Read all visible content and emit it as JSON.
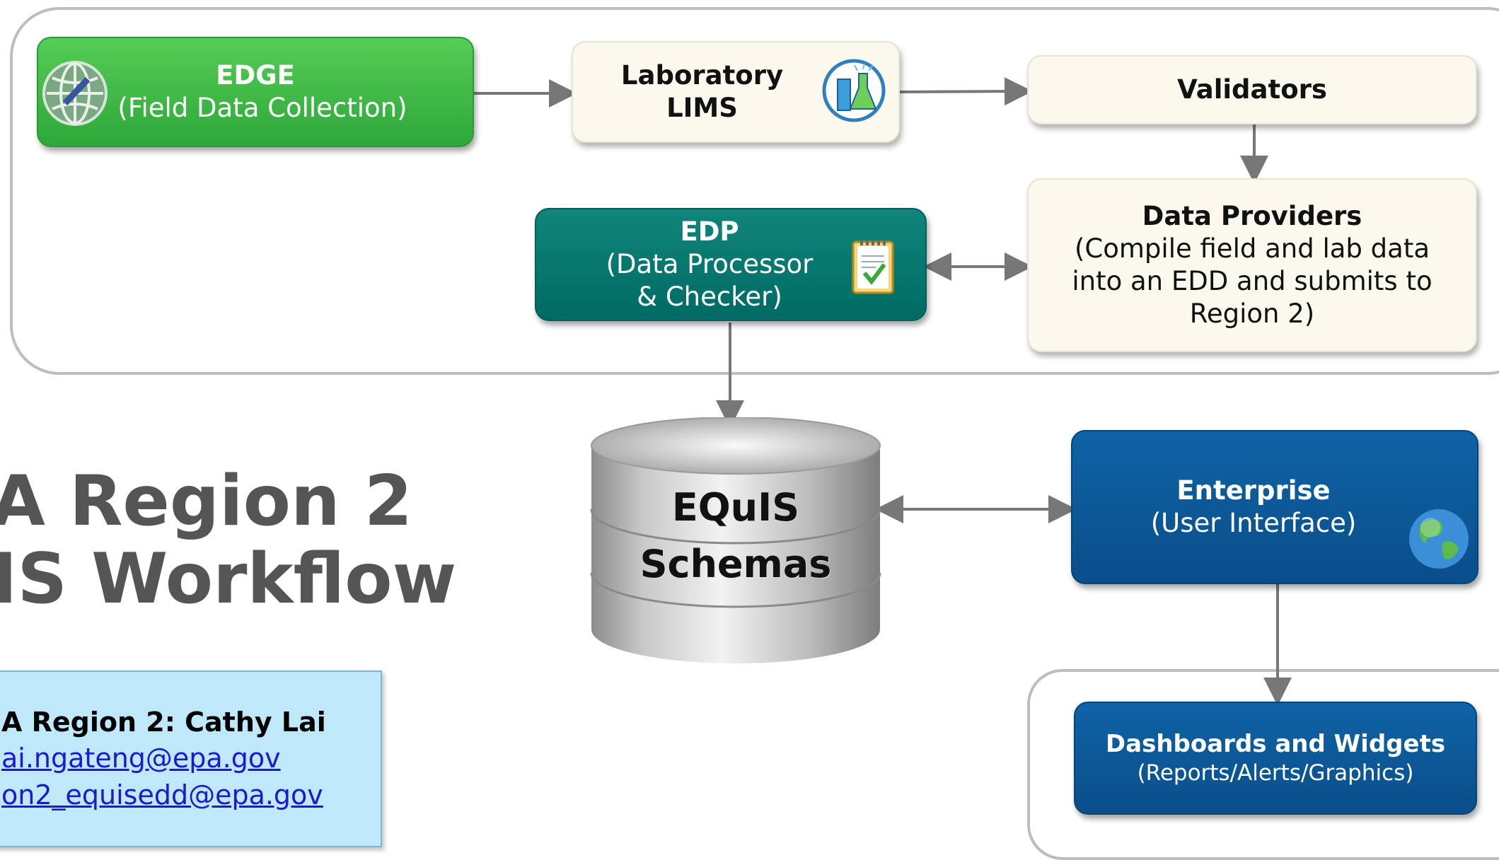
{
  "title": {
    "line1": "A Region 2",
    "line2": "IS Workflow"
  },
  "nodes": {
    "edge": {
      "name": "EDGE",
      "desc": "(Field Data Collection)"
    },
    "lims": {
      "line1": "Laboratory",
      "line2": "LIMS"
    },
    "validators": {
      "name": "Validators"
    },
    "edp": {
      "name": "EDP",
      "desc1": "(Data Processor",
      "desc2": "& Checker)"
    },
    "providers": {
      "name": "Data Providers",
      "desc1": "(Compile field and lab data",
      "desc2": "into an EDD and submits to",
      "desc3": "Region 2)"
    },
    "equis": {
      "line1": "EQuIS",
      "line2": "Schemas"
    },
    "enterprise": {
      "name": "Enterprise",
      "desc": "(User Interface)"
    },
    "dashboards": {
      "name": "Dashboards and Widgets",
      "desc": "(Reports/Alerts/Graphics)"
    }
  },
  "contact": {
    "who": "A Region 2: Cathy Lai",
    "email1": "ai.ngateng@epa.gov",
    "email2": "on2_equisedd@epa.gov"
  },
  "colors": {
    "green": "#3cb84a",
    "teal": "#087a71",
    "blue": "#0b5796",
    "cream": "#fbf9ee",
    "contact_bg": "#bfe9fb",
    "title_gray": "#555555"
  }
}
